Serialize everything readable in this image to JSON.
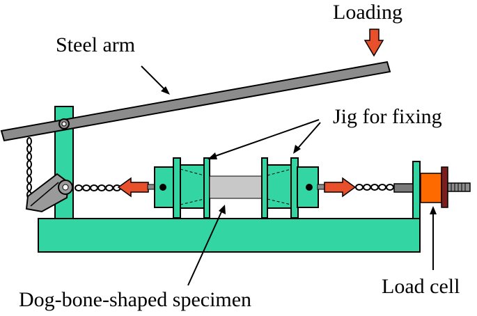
{
  "labels": {
    "loading": "Loading",
    "steel_arm": "Steel arm",
    "jig": "Jig for fixing",
    "specimen": "Dog-bone-shaped specimen",
    "load_cell": "Load cell"
  },
  "colors": {
    "base": "#33D6A3",
    "steel": "#8C8C8C",
    "specimen": "#C8C8C8",
    "load_cell": "#FF6A00",
    "arrow": "#E8502B",
    "screw_head": "#7A1E1E"
  }
}
